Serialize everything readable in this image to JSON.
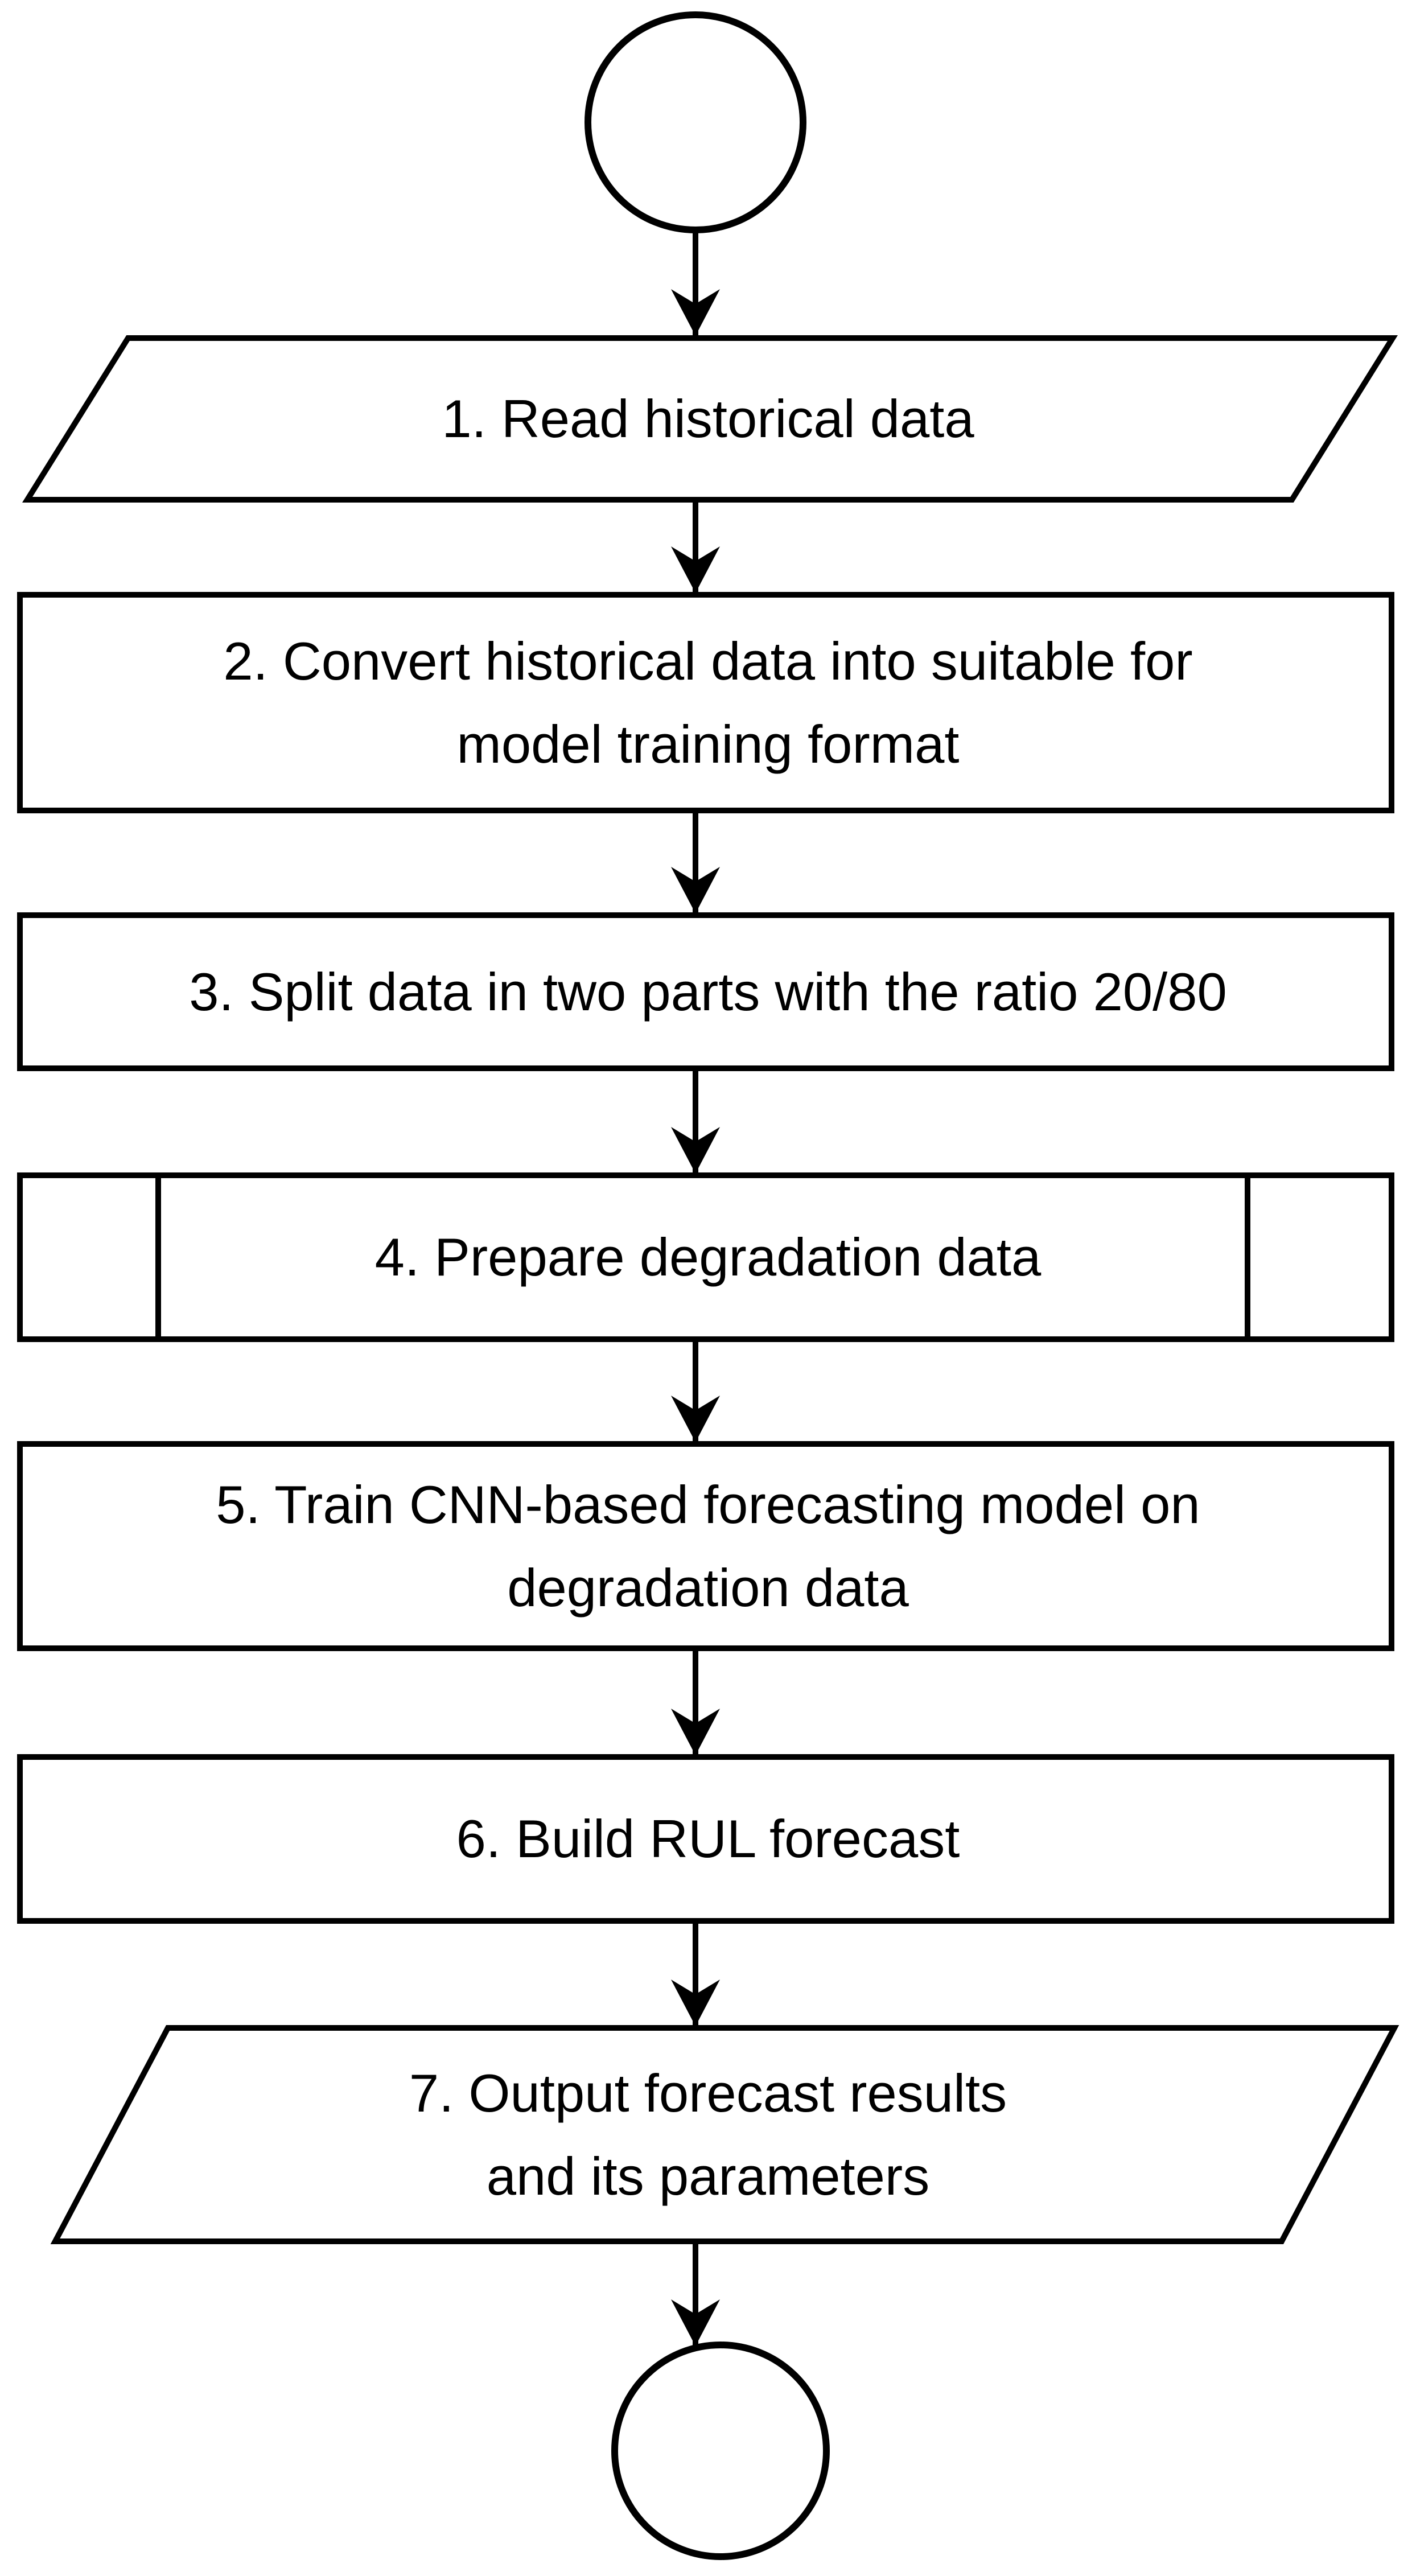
{
  "diagram": {
    "kind": "flowchart",
    "background_color": "#ffffff",
    "stroke_color": "#000000",
    "text_color": "#000000",
    "nodes": [
      {
        "id": "start",
        "shape": "terminator-circle",
        "label": ""
      },
      {
        "id": "step-1",
        "shape": "io-parallelogram",
        "label": "1. Read historical data"
      },
      {
        "id": "step-2",
        "shape": "process-rectangle",
        "label": "2. Convert historical data into suitable for\nmodel training format"
      },
      {
        "id": "step-3",
        "shape": "process-rectangle",
        "label": "3. Split data in two parts with the ratio 20/80"
      },
      {
        "id": "step-4",
        "shape": "predefined-process",
        "label": "4. Prepare degradation data"
      },
      {
        "id": "step-5",
        "shape": "process-rectangle",
        "label": "5. Train CNN-based forecasting model on\ndegradation data"
      },
      {
        "id": "step-6",
        "shape": "process-rectangle",
        "label": "6. Build RUL forecast"
      },
      {
        "id": "step-7",
        "shape": "io-parallelogram",
        "label": "7. Output forecast results\nand its parameters"
      },
      {
        "id": "end",
        "shape": "terminator-circle",
        "label": ""
      }
    ],
    "edges": [
      {
        "from": "start",
        "to": "step-1",
        "arrow": "down"
      },
      {
        "from": "step-1",
        "to": "step-2",
        "arrow": "down"
      },
      {
        "from": "step-2",
        "to": "step-3",
        "arrow": "down"
      },
      {
        "from": "step-3",
        "to": "step-4",
        "arrow": "down"
      },
      {
        "from": "step-4",
        "to": "step-5",
        "arrow": "down"
      },
      {
        "from": "step-5",
        "to": "step-6",
        "arrow": "down"
      },
      {
        "from": "step-6",
        "to": "step-7",
        "arrow": "down"
      },
      {
        "from": "step-7",
        "to": "end",
        "arrow": "down"
      }
    ]
  }
}
